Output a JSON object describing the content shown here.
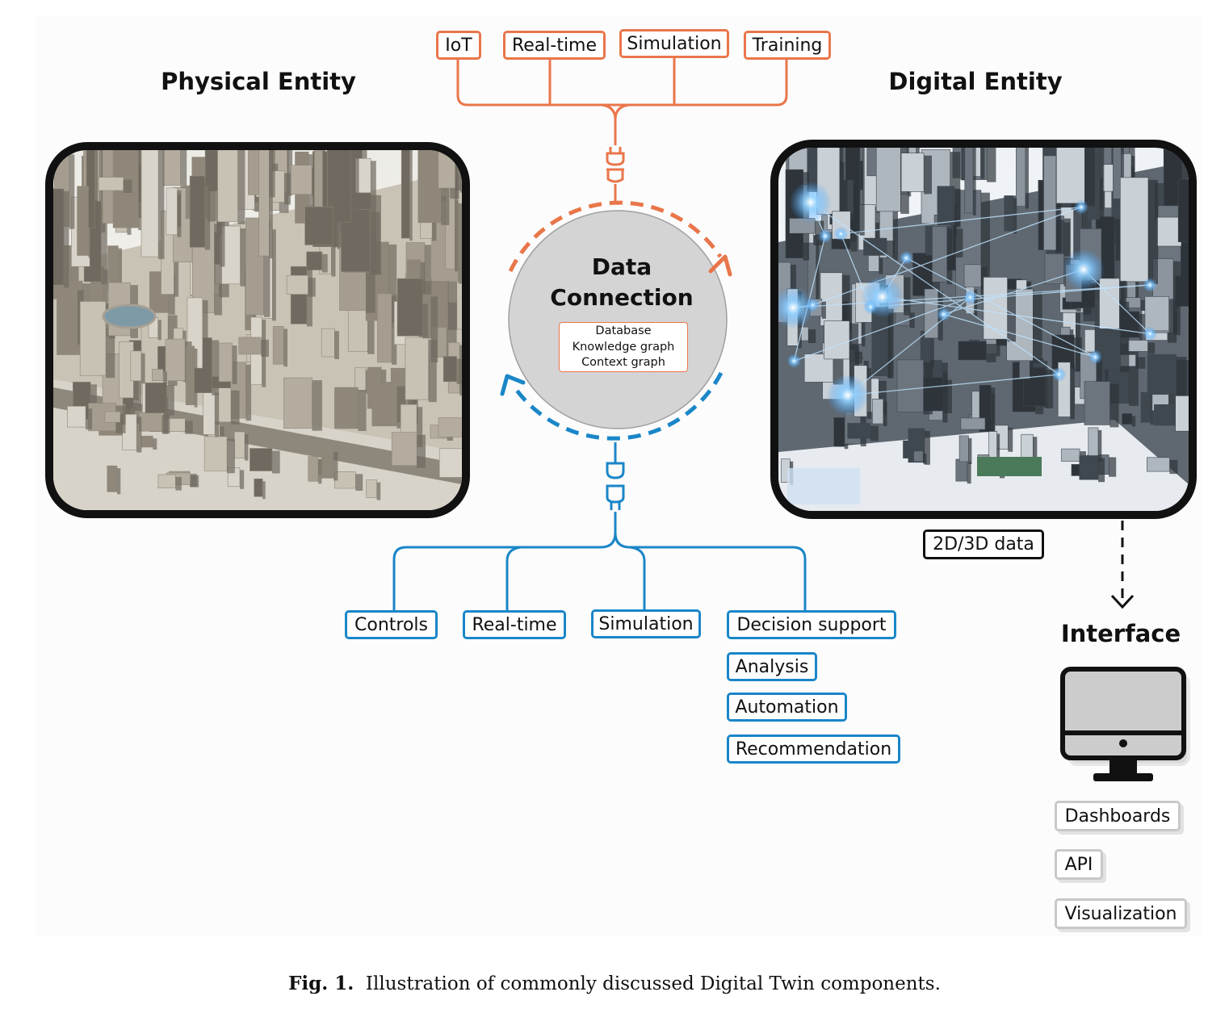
{
  "headings": {
    "physical": "Physical Entity",
    "digital": "Digital Entity",
    "interface": "Interface"
  },
  "data_connection": {
    "title_line1": "Data",
    "title_line2": "Connection",
    "items": [
      "Database",
      "Knowledge graph",
      "Context graph"
    ]
  },
  "top_inputs": [
    "IoT",
    "Real-time",
    "Simulation",
    "Training"
  ],
  "bottom_outputs": [
    "Controls",
    "Real-time",
    "Simulation"
  ],
  "decision_stack": [
    "Decision support",
    "Analysis",
    "Automation",
    "Recommendation"
  ],
  "digital_data_label": "2D/3D data",
  "interface_items": [
    "Dashboards",
    "API",
    "Visualization"
  ],
  "caption": {
    "label": "Fig. 1.",
    "text": "Illustration of commonly discussed Digital Twin components."
  },
  "colors": {
    "orange": "#e9764a",
    "blue": "#1a86c8",
    "circle_fill": "#d4d4d4",
    "frame": "#111111"
  }
}
